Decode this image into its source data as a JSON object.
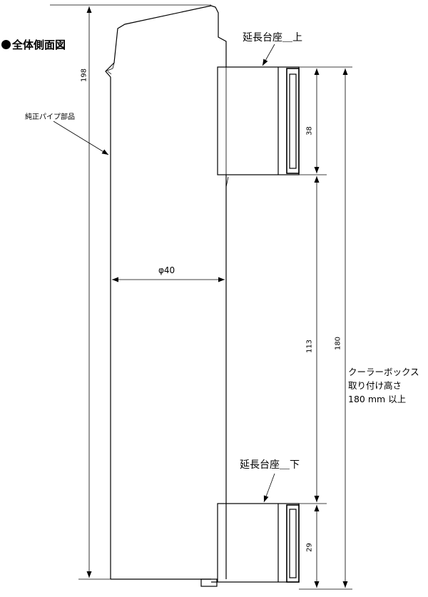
{
  "title": "全体側面図",
  "labels": {
    "pipe_part": "純正パイプ部品",
    "upper_base": "延長台座＿上",
    "lower_base": "延長台座＿下",
    "diameter": "φ40"
  },
  "dimensions": {
    "total_height": "198",
    "upper_base_height": "38",
    "gap": "113",
    "mount_height": "180",
    "lower_base_height": "29"
  },
  "note": {
    "line1": "クーラーボックス",
    "line2": "取り付け高さ",
    "line3": "180 mm 以上"
  }
}
